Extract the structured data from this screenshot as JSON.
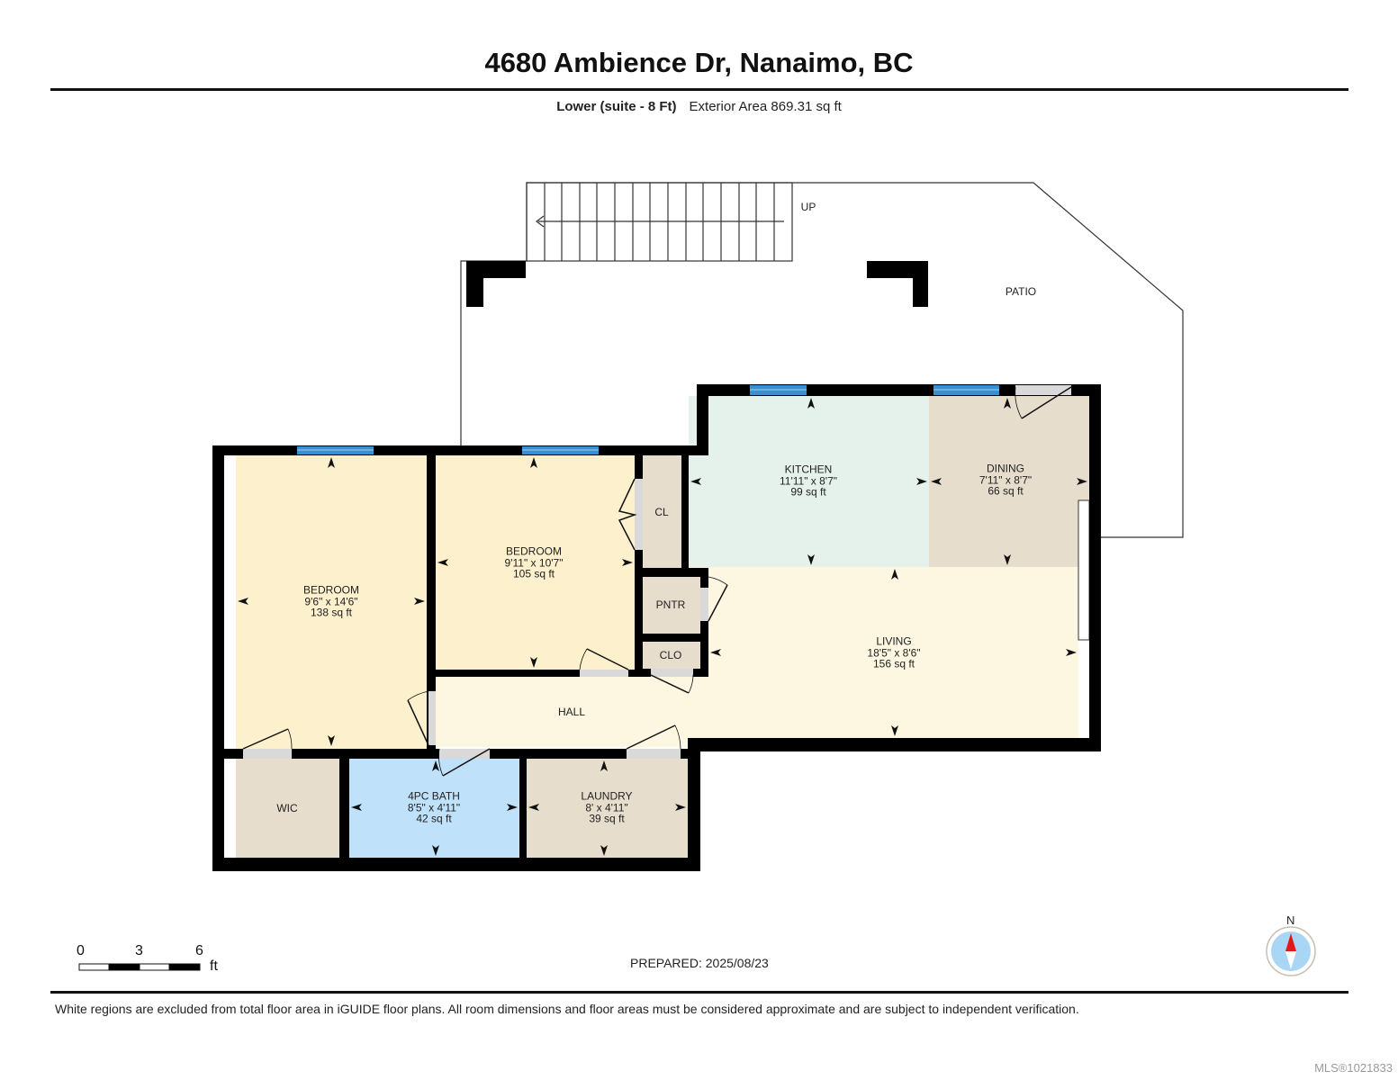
{
  "header": {
    "title": "4680 Ambience Dr, Nanaimo, BC",
    "floor_label": "Lower (suite - 8 Ft)",
    "exterior_area": "Exterior Area 869.31 sq ft"
  },
  "plan": {
    "stairs_label": "UP",
    "patio_label": "PATIO",
    "rooms": [
      {
        "id": "bedroom1",
        "name": "BEDROOM",
        "dims": "9'6\" x 14'6\"",
        "area": "138 sq ft",
        "color": "#fdf0cc"
      },
      {
        "id": "bedroom2",
        "name": "BEDROOM",
        "dims": "9'11\" x 10'7\"",
        "area": "105 sq ft",
        "color": "#fdf0cc"
      },
      {
        "id": "kitchen",
        "name": "KITCHEN",
        "dims": "11'11\" x 8'7\"",
        "area": "99 sq ft",
        "color": "#e5f2ec"
      },
      {
        "id": "dining",
        "name": "DINING",
        "dims": "7'11\" x 8'7\"",
        "area": "66 sq ft",
        "color": "#e7ddcd"
      },
      {
        "id": "living",
        "name": "LIVING",
        "dims": "18'5\" x 8'6\"",
        "area": "156 sq ft",
        "color": "#fdf6e1"
      },
      {
        "id": "bath",
        "name": "4PC BATH",
        "dims": "8'5\" x 4'11\"",
        "area": "42 sq ft",
        "color": "#bfe2fa"
      },
      {
        "id": "laundry",
        "name": "LAUNDRY",
        "dims": "8' x 4'11\"",
        "area": "39 sq ft",
        "color": "#e7ddcd"
      }
    ],
    "small_rooms": [
      {
        "id": "cl",
        "name": "CL"
      },
      {
        "id": "pntr",
        "name": "PNTR"
      },
      {
        "id": "clo",
        "name": "CLO"
      },
      {
        "id": "hall",
        "name": "HALL"
      },
      {
        "id": "wic",
        "name": "WIC"
      }
    ],
    "colors": {
      "wall": "#000000",
      "window": "#3a8fd0",
      "door_opening": "#d9d9d9",
      "closet": "#e7ddcd"
    }
  },
  "footer": {
    "scale": {
      "ticks": [
        "0",
        "3",
        "6"
      ],
      "unit": "ft"
    },
    "prepared": "PREPARED: 2025/08/23",
    "compass_label": "N",
    "disclaimer": "White regions are excluded from total floor area in iGUIDE floor plans. All room dimensions and floor areas must be considered approximate and are subject to independent verification.",
    "mls": "MLS®1021833"
  }
}
